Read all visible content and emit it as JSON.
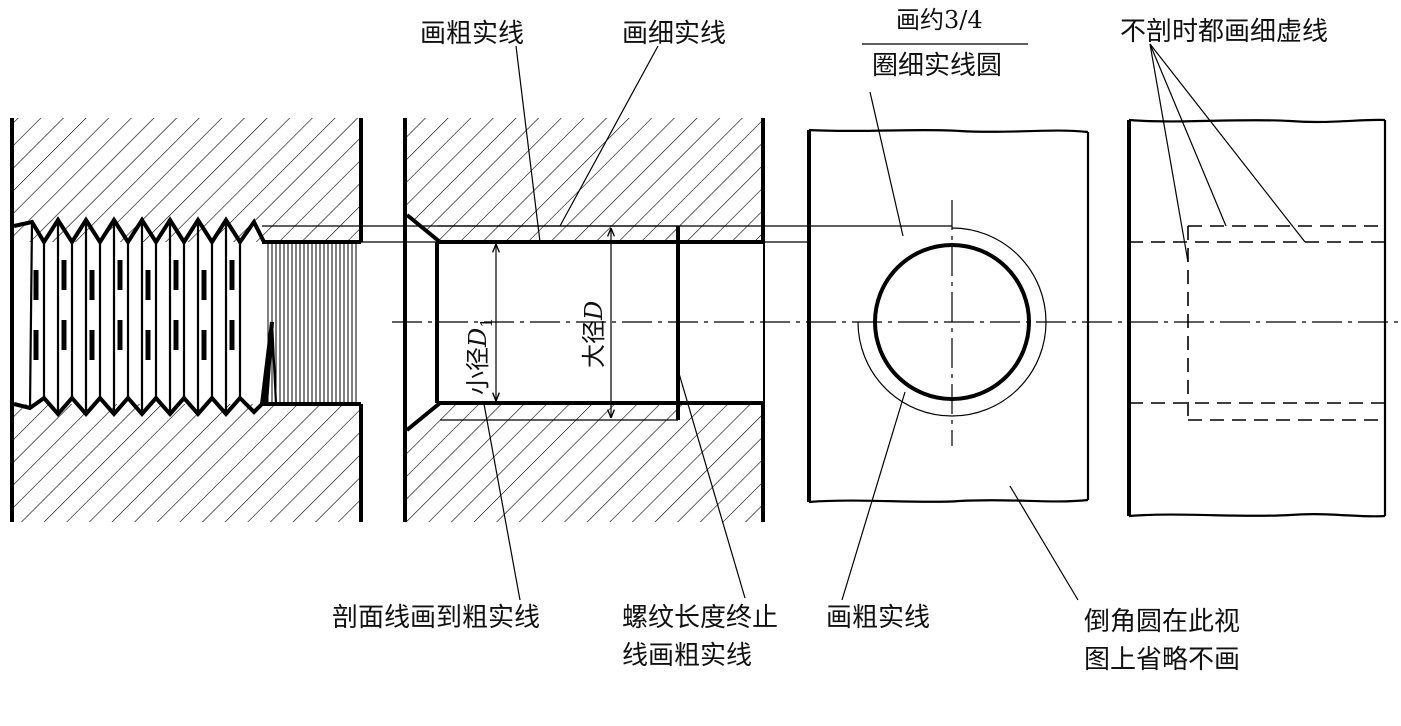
{
  "labels": {
    "thick_line_top": "画粗实线",
    "thin_line_top": "画细实线",
    "circle_three_quarter_1": "画约3/4",
    "circle_three_quarter_2": "圈细实线圆",
    "not_sectioned": "不剖时都画细虚线",
    "hatch_to_thick": "剖面线画到粗实线",
    "thread_end_1": "螺纹长度终止",
    "thread_end_2": "线画粗实线",
    "thick_line_bottom": "画粗实线",
    "chamfer_1": "倒角圆在此视",
    "chamfer_2": "图上省略不画"
  },
  "dims": {
    "minor_prefix": "小径",
    "minor_symbol": "D",
    "minor_sub": "1",
    "major_prefix": "大径",
    "major_symbol": "D"
  }
}
